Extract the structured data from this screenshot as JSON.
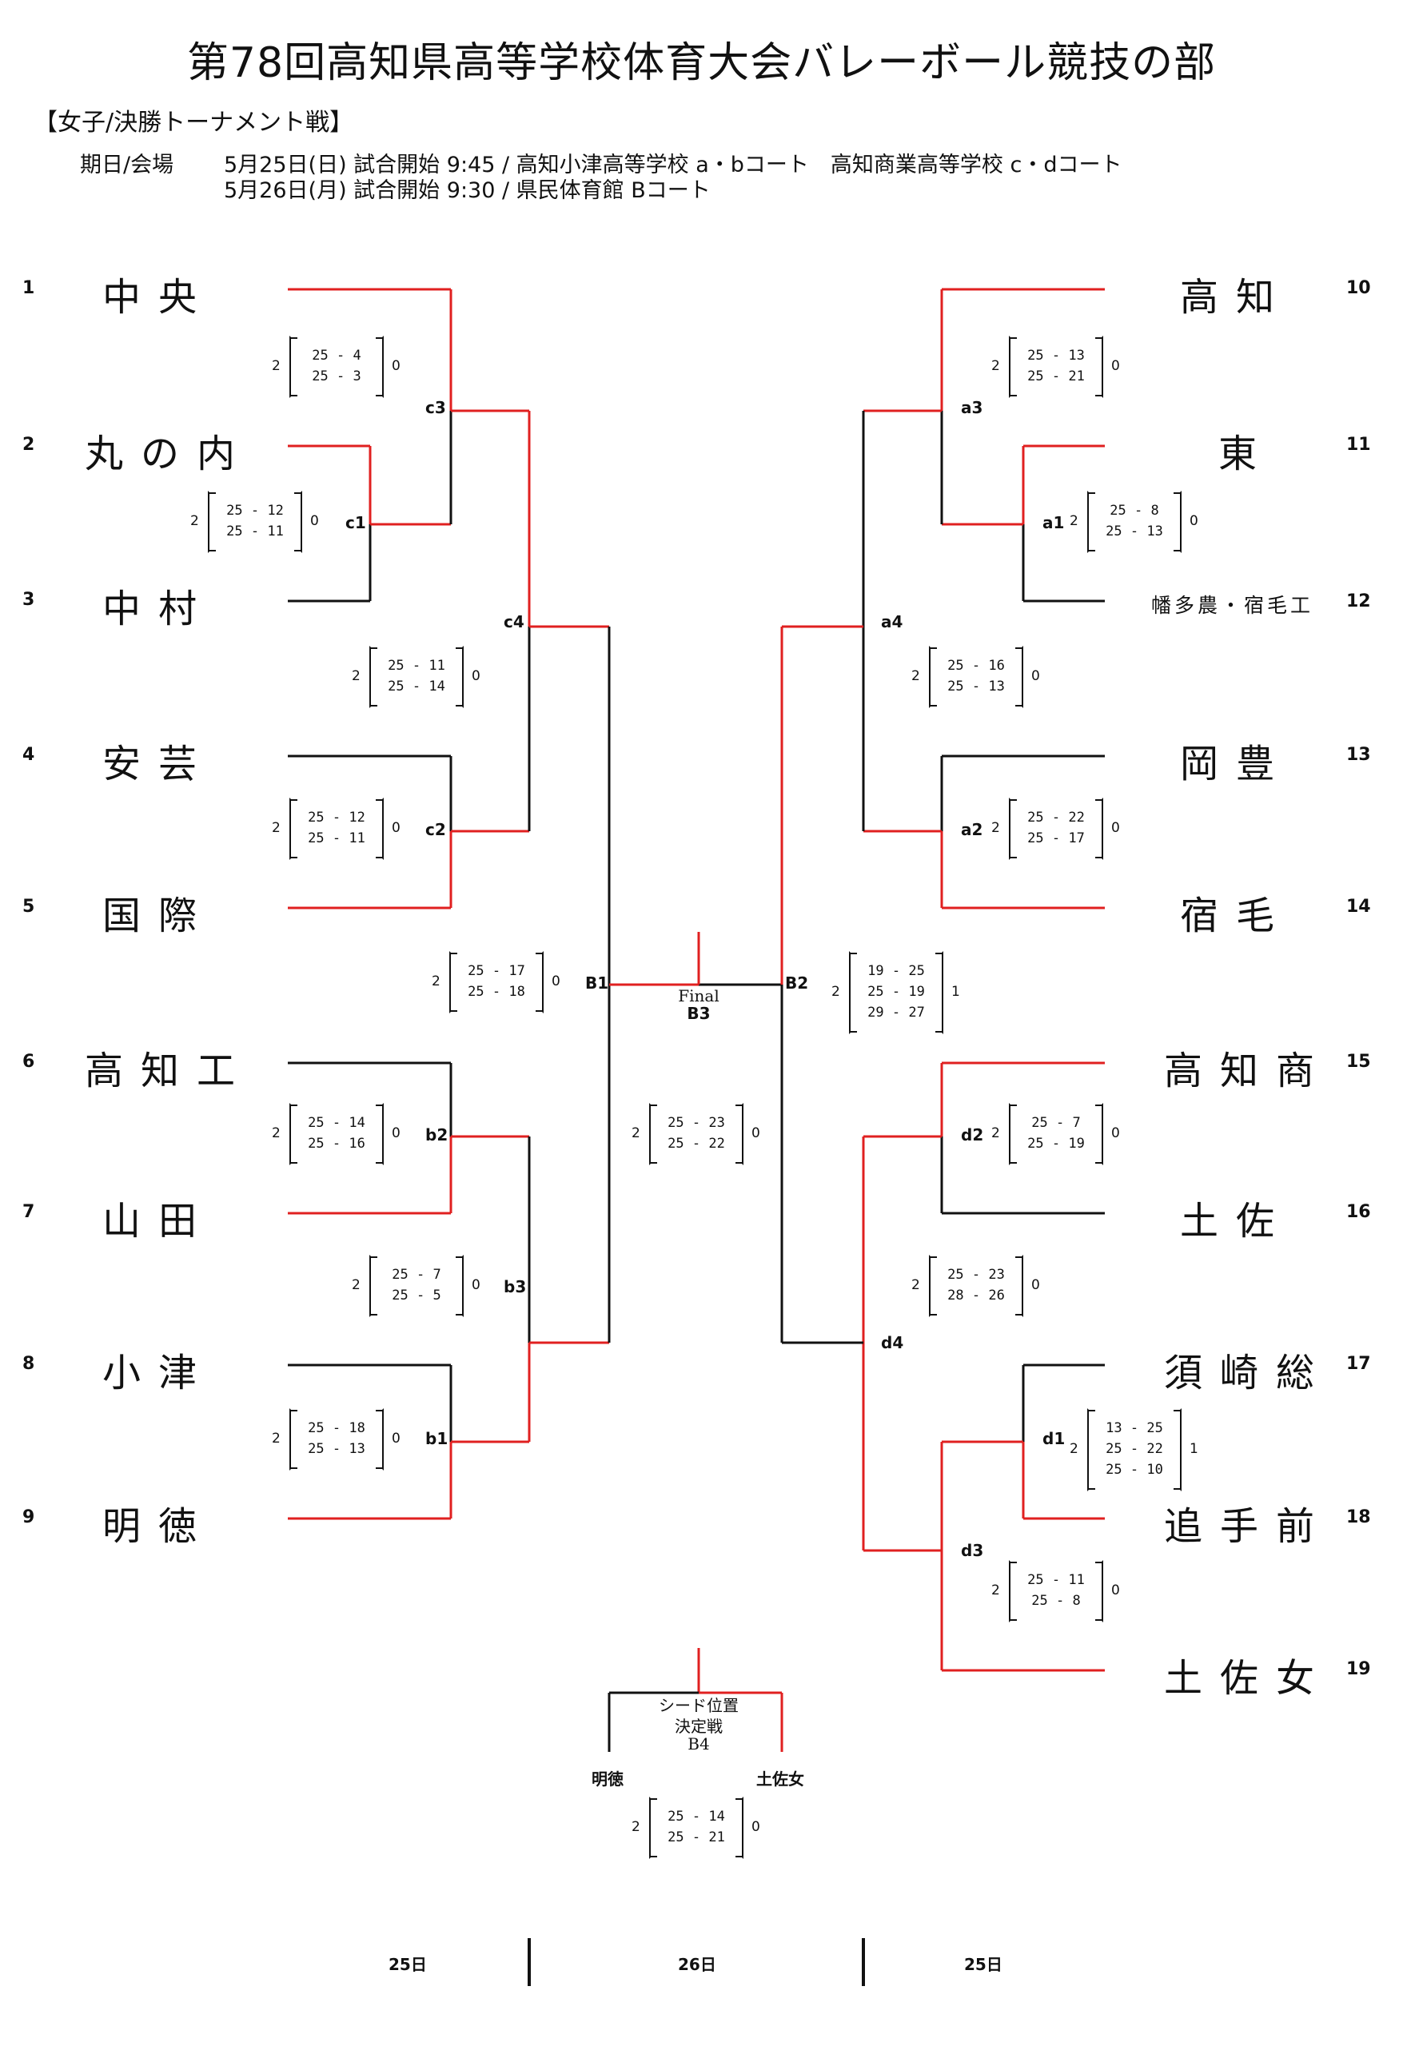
{
  "title": "第78回高知県高等学校体育大会バレーボール競技の部",
  "section": "【女子/決勝トーナメント戦】",
  "schedule": {
    "label": "期日/会場",
    "line1": "5月25日(日) 試合開始 9:45 / 高知小津高等学校 a・bコート　高知商業高等学校 c・dコート",
    "line2": "5月26日(月) 試合開始 9:30 / 県民体育館 Bコート"
  },
  "colors": {
    "win": "#e02020",
    "lose": "#111111"
  },
  "teams_left": [
    {
      "num": "1",
      "name": "中央"
    },
    {
      "num": "2",
      "name": "丸の内"
    },
    {
      "num": "3",
      "name": "中村"
    },
    {
      "num": "4",
      "name": "安芸"
    },
    {
      "num": "5",
      "name": "国際"
    },
    {
      "num": "6",
      "name": "高知工"
    },
    {
      "num": "7",
      "name": "山田"
    },
    {
      "num": "8",
      "name": "小津"
    },
    {
      "num": "9",
      "name": "明徳"
    }
  ],
  "teams_right": [
    {
      "num": "10",
      "name": "高知"
    },
    {
      "num": "11",
      "name": "東"
    },
    {
      "num": "12",
      "name": "幡多農・宿毛工"
    },
    {
      "num": "13",
      "name": "岡豊"
    },
    {
      "num": "14",
      "name": "宿毛"
    },
    {
      "num": "15",
      "name": "高知商"
    },
    {
      "num": "16",
      "name": "土佐"
    },
    {
      "num": "17",
      "name": "須崎総"
    },
    {
      "num": "18",
      "name": "追手前"
    },
    {
      "num": "19",
      "name": "土佐女"
    }
  ],
  "match_labels": [
    "c3",
    "c1",
    "c4",
    "c2",
    "b2",
    "b3",
    "b1",
    "B1",
    "B2",
    "a3",
    "a1",
    "a4",
    "a2",
    "d2",
    "d4",
    "d1",
    "d3"
  ],
  "scores": [
    {
      "left": "2",
      "right": "0",
      "sets": [
        "25 - 4",
        "25 - 3"
      ]
    },
    {
      "left": "2",
      "right": "0",
      "sets": [
        "25 - 12",
        "25 - 11"
      ]
    },
    {
      "left": "2",
      "right": "0",
      "sets": [
        "25 - 11",
        "25 - 14"
      ]
    },
    {
      "left": "2",
      "right": "0",
      "sets": [
        "25 - 12",
        "25 - 11"
      ]
    },
    {
      "left": "2",
      "right": "0",
      "sets": [
        "25 - 17",
        "25 - 18"
      ]
    },
    {
      "left": "2",
      "right": "0",
      "sets": [
        "25 - 14",
        "25 - 16"
      ]
    },
    {
      "left": "2",
      "right": "0",
      "sets": [
        "25 - 7",
        "25 - 5"
      ]
    },
    {
      "left": "2",
      "right": "0",
      "sets": [
        "25 - 18",
        "25 - 13"
      ]
    },
    {
      "left": "2",
      "right": "0",
      "sets": [
        "25 - 13",
        "25 - 21"
      ]
    },
    {
      "left": "2",
      "right": "0",
      "sets": [
        "25 - 8",
        "25 - 13"
      ]
    },
    {
      "left": "2",
      "right": "0",
      "sets": [
        "25 - 16",
        "25 - 13"
      ]
    },
    {
      "left": "2",
      "right": "0",
      "sets": [
        "25 - 22",
        "25 - 17"
      ]
    },
    {
      "left": "2",
      "right": "1",
      "sets": [
        "19 - 25",
        "25 - 19",
        "29 - 27"
      ]
    },
    {
      "left": "2",
      "right": "0",
      "sets": [
        "25 - 23",
        "25 - 22"
      ]
    },
    {
      "left": "2",
      "right": "0",
      "sets": [
        "25 - 7",
        "25 - 19"
      ]
    },
    {
      "left": "2",
      "right": "0",
      "sets": [
        "25 - 23",
        "28 - 26"
      ]
    },
    {
      "left": "2",
      "right": "1",
      "sets": [
        "13 - 25",
        "25 - 22",
        "25 - 10"
      ]
    },
    {
      "left": "2",
      "right": "0",
      "sets": [
        "25 - 11",
        "25 - 8"
      ]
    },
    {
      "left": "2",
      "right": "0",
      "sets": [
        "25 - 14",
        "25 - 21"
      ]
    }
  ],
  "final": {
    "label": "Final",
    "code": "B3"
  },
  "seed_match": {
    "label1": "シード位置",
    "label2": "決定戦",
    "code": "B4",
    "team_left": "明徳",
    "team_right": "土佐女"
  },
  "footer_days": [
    "25日",
    "26日",
    "25日"
  ]
}
